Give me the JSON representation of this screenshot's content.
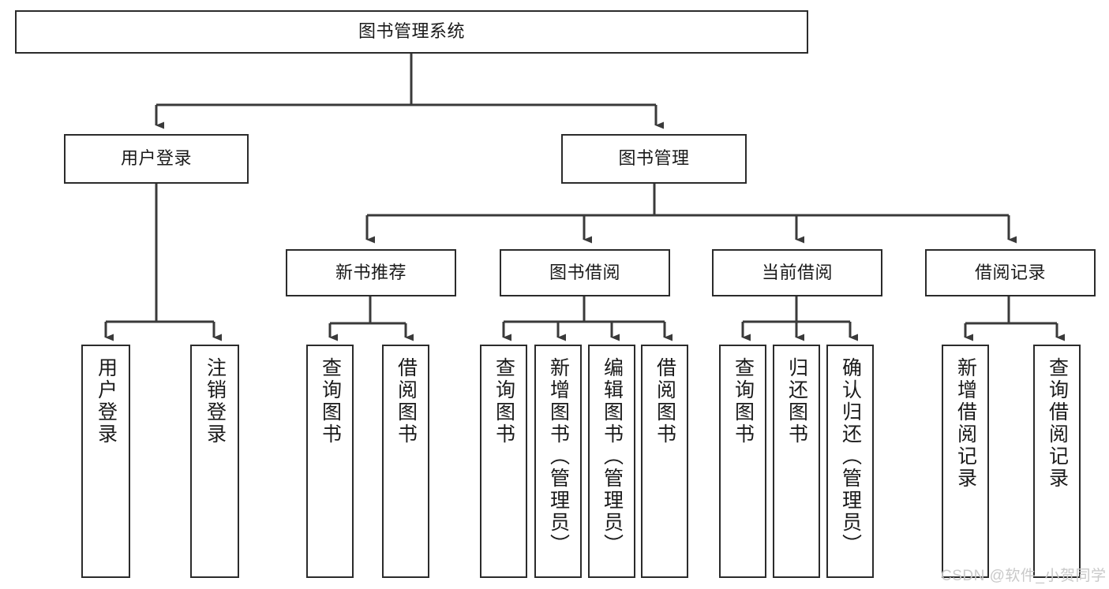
{
  "diagram": {
    "title": "图书管理系统",
    "type": "tree",
    "orientation": "top-down",
    "colors": {
      "box_border": "#2b2b2b",
      "box_fill": "#ffffff",
      "edge": "#3a3a3a",
      "text": "#1a1a1a",
      "watermark": "#c9c9c9",
      "background": "#ffffff"
    },
    "nodes": {
      "root": {
        "label": "图书管理系统"
      },
      "level2": [
        {
          "id": "user-login",
          "label": "用户登录"
        },
        {
          "id": "book-management",
          "label": "图书管理"
        }
      ],
      "level3": [
        {
          "id": "new-book-recommend",
          "label": "新书推荐"
        },
        {
          "id": "book-borrow",
          "label": "图书借阅"
        },
        {
          "id": "current-borrow",
          "label": "当前借阅"
        },
        {
          "id": "borrow-record",
          "label": "借阅记录"
        }
      ],
      "leaves": {
        "user-login": [
          {
            "id": "login",
            "label": "用户登录"
          },
          {
            "id": "logout",
            "label": "注销登录"
          }
        ],
        "new-book-recommend": [
          {
            "id": "query-book-1",
            "label": "查询图书"
          },
          {
            "id": "borrow-book-1",
            "label": "借阅图书"
          }
        ],
        "book-borrow": [
          {
            "id": "query-book-2",
            "label": "查询图书"
          },
          {
            "id": "add-book",
            "label": "新增图书（管理员）"
          },
          {
            "id": "edit-book",
            "label": "编辑图书（管理员）"
          },
          {
            "id": "borrow-book-2",
            "label": "借阅图书"
          }
        ],
        "current-borrow": [
          {
            "id": "query-book-3",
            "label": "查询图书"
          },
          {
            "id": "return-book",
            "label": "归还图书"
          },
          {
            "id": "confirm-return",
            "label": "确认归还（管理员）"
          }
        ],
        "borrow-record": [
          {
            "id": "add-record",
            "label": "新增借阅记录"
          },
          {
            "id": "query-record",
            "label": "查询借阅记录"
          }
        ]
      }
    },
    "watermark": "CSDN @软件_小贺同学"
  }
}
